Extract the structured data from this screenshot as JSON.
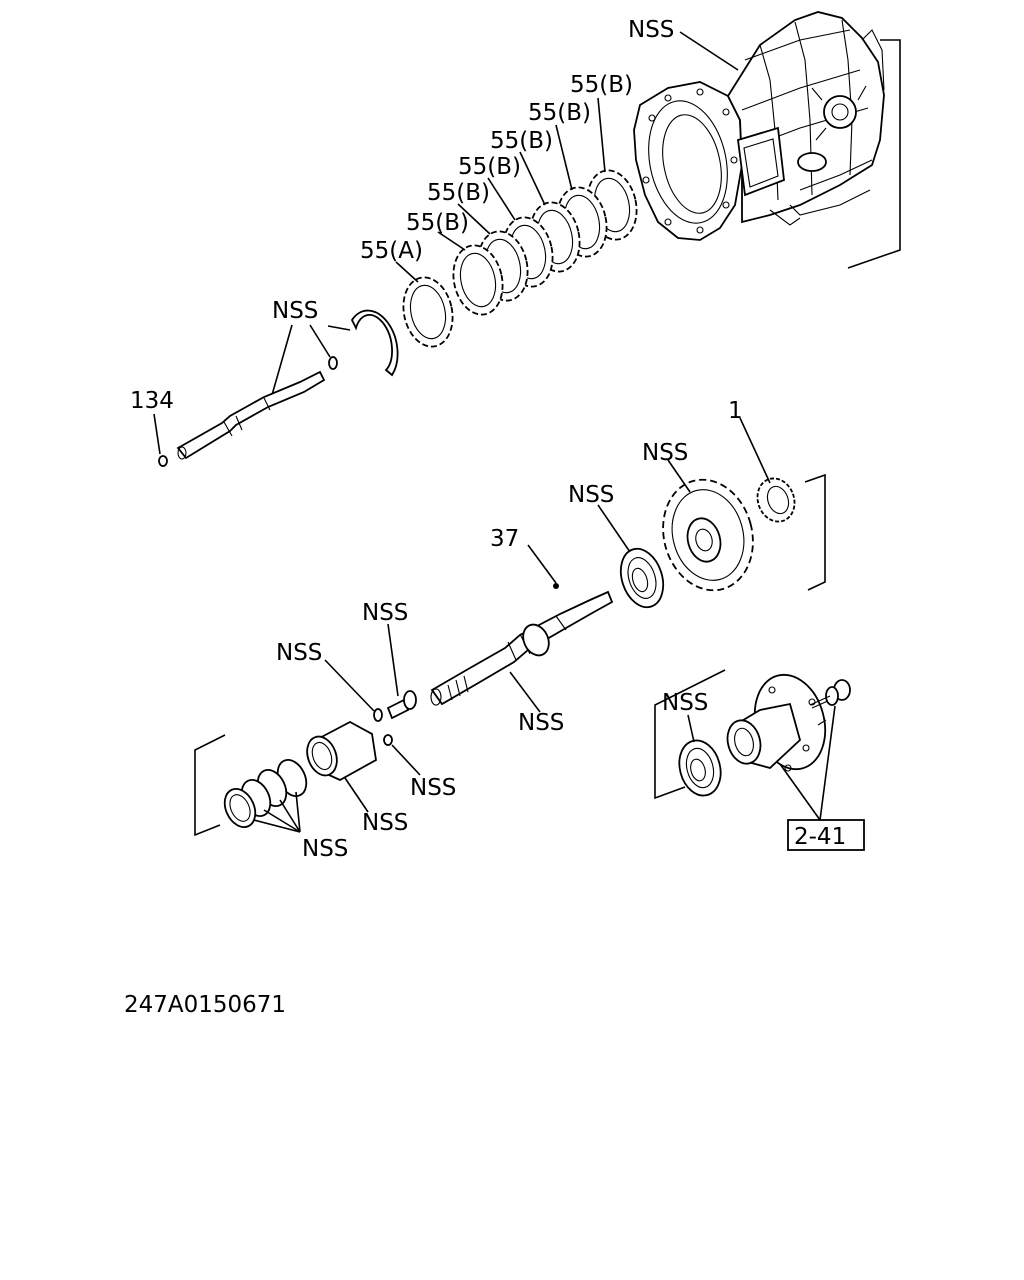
{
  "labels": {
    "nss_housing": "NSS",
    "disc_b1": "55(B)",
    "disc_b2": "55(B)",
    "disc_b3": "55(B)",
    "disc_b4": "55(B)",
    "disc_b5": "55(B)",
    "disc_b6": "55(B)",
    "disc_a": "55(A)",
    "nss_snap": "NSS",
    "part_134": "134",
    "part_1": "1",
    "nss_gear": "NSS",
    "nss_bearing": "NSS",
    "part_37": "37",
    "nss_bolt": "NSS",
    "nss_washer": "NSS",
    "nss_shaft": "NSS",
    "nss_pin": "NSS",
    "nss_sleeve": "NSS",
    "nss_rings": "NSS",
    "nss_bearing2": "NSS",
    "ref_2_41": "2-41",
    "drawing_number": "247A0150671"
  },
  "colors": {
    "line": "#000000",
    "background": "#ffffff"
  }
}
